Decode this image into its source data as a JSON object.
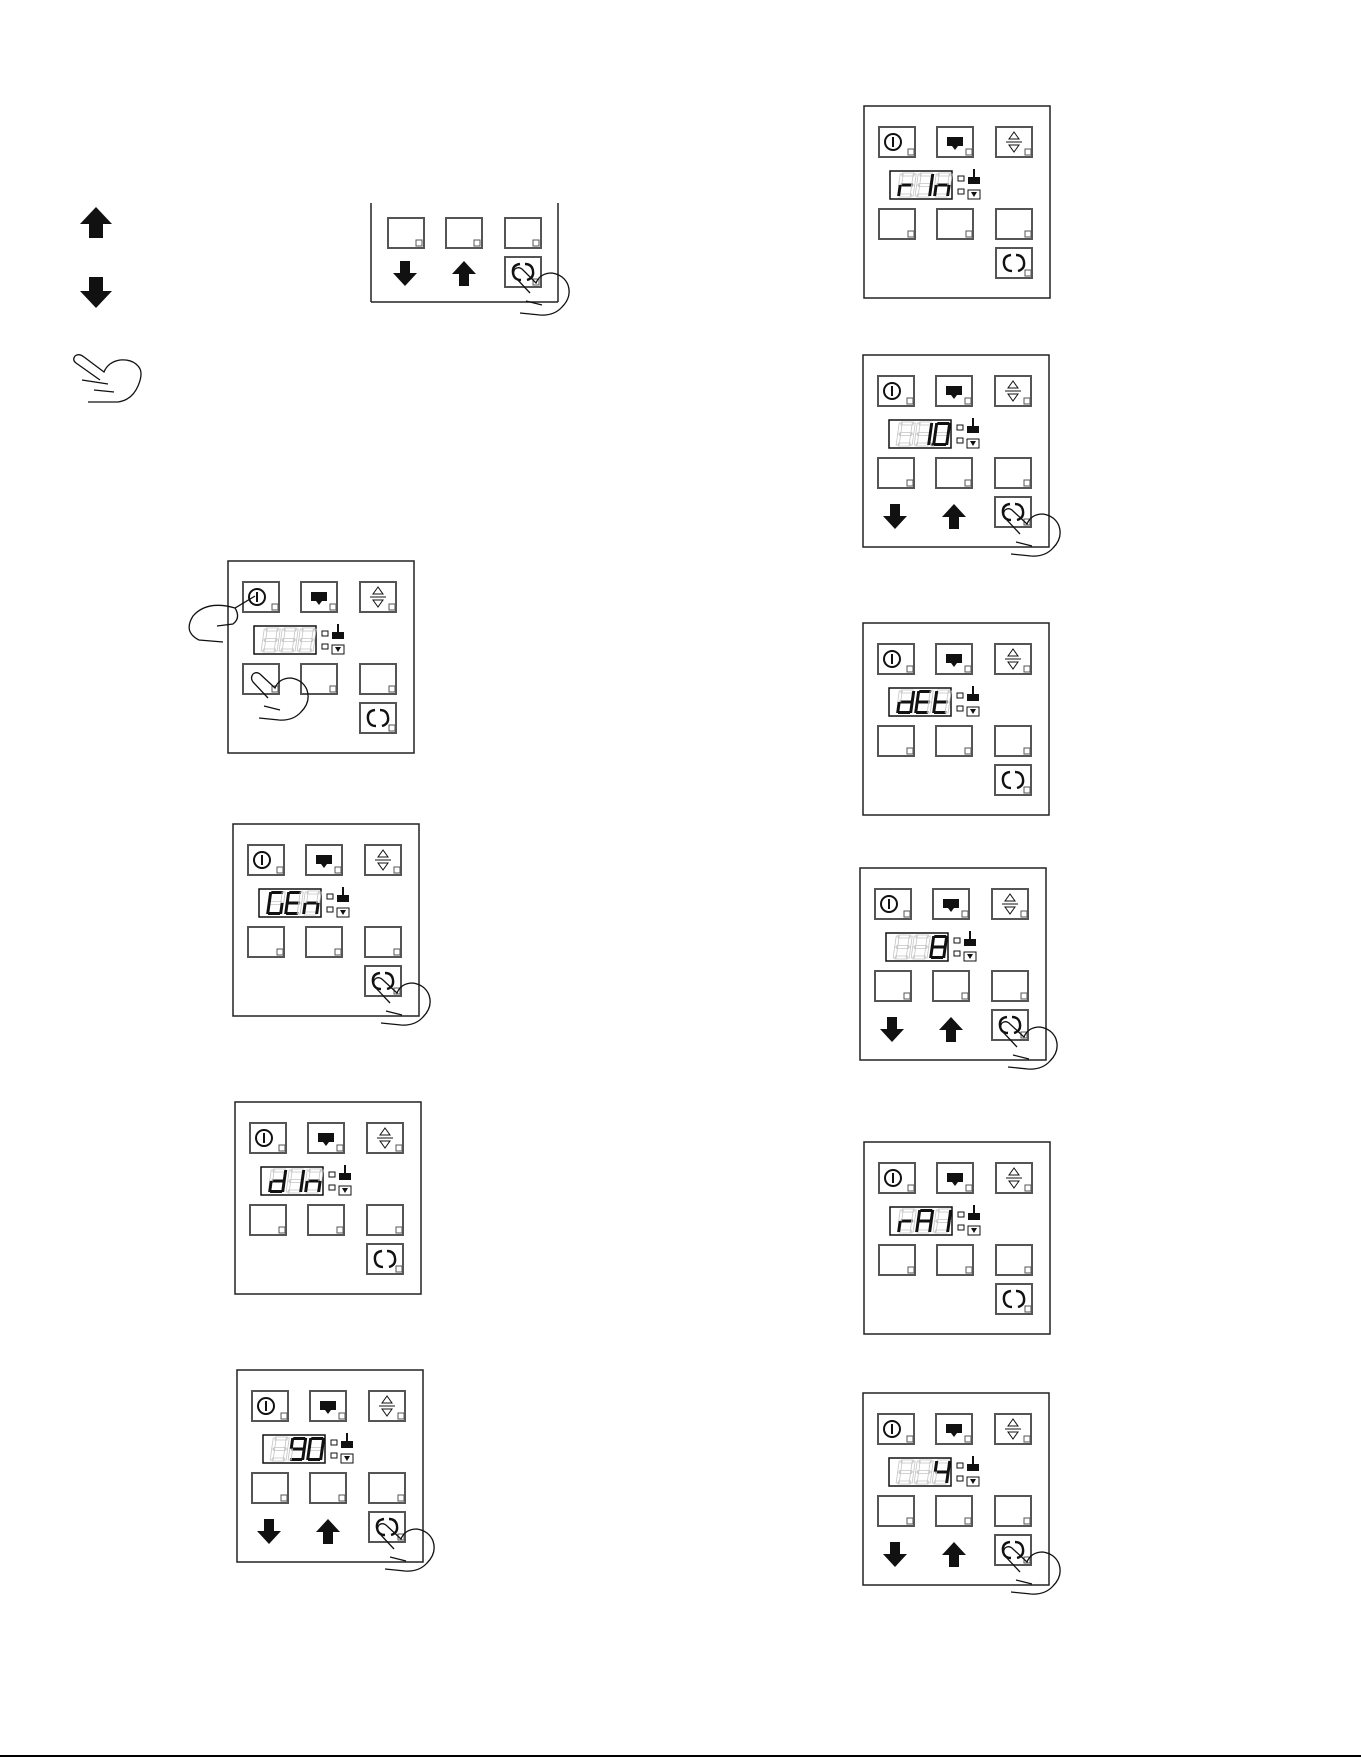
{
  "legend": {
    "icons": [
      "up-arrow-icon",
      "down-arrow-icon",
      "pointing-hand-icon"
    ]
  },
  "panels": [
    {
      "id": "panel-1",
      "display": [
        "8",
        "8",
        "8"
      ],
      "lit": [
        false,
        false,
        false
      ],
      "hand": "power-and-key",
      "arrows": false
    },
    {
      "id": "panel-2",
      "display": [
        "G",
        "E",
        "n"
      ],
      "lit": [
        true,
        true,
        true
      ],
      "hand": "cycle",
      "arrows": false
    },
    {
      "id": "panel-3",
      "display": [
        "d",
        "I",
        "n"
      ],
      "lit": [
        true,
        true,
        true
      ],
      "hand": "none",
      "arrows": false
    },
    {
      "id": "panel-4",
      "display": [
        "8",
        "9",
        "0"
      ],
      "lit": [
        false,
        true,
        true
      ],
      "hand": "cycle",
      "arrows": true
    },
    {
      "id": "panel-5",
      "display": [
        "r",
        "I",
        "n"
      ],
      "lit": [
        true,
        true,
        true
      ],
      "hand": "none",
      "arrows": false
    },
    {
      "id": "panel-6",
      "display": [
        "8",
        "1.",
        "0"
      ],
      "lit": [
        false,
        true,
        true
      ],
      "hand": "cycle",
      "arrows": true
    },
    {
      "id": "panel-7",
      "display": [
        "d",
        "E",
        "t"
      ],
      "lit": [
        true,
        true,
        true
      ],
      "hand": "none",
      "arrows": false
    },
    {
      "id": "panel-8",
      "display": [
        "8",
        "8",
        "8"
      ],
      "lit": [
        false,
        false,
        true
      ],
      "hand": "cycle",
      "arrows": true
    },
    {
      "id": "panel-9",
      "display": [
        "r",
        "A",
        "I"
      ],
      "lit": [
        true,
        true,
        true
      ],
      "hand": "none",
      "arrows": false
    },
    {
      "id": "panel-10",
      "display": [
        "8",
        "8",
        "4"
      ],
      "lit": [
        false,
        false,
        true
      ],
      "hand": "cycle",
      "arrows": true
    }
  ],
  "colors": {
    "ink": "#111111",
    "frame": "#222222",
    "key_fill": "#ffffff",
    "unlit_segment": "#c4c4c4"
  }
}
